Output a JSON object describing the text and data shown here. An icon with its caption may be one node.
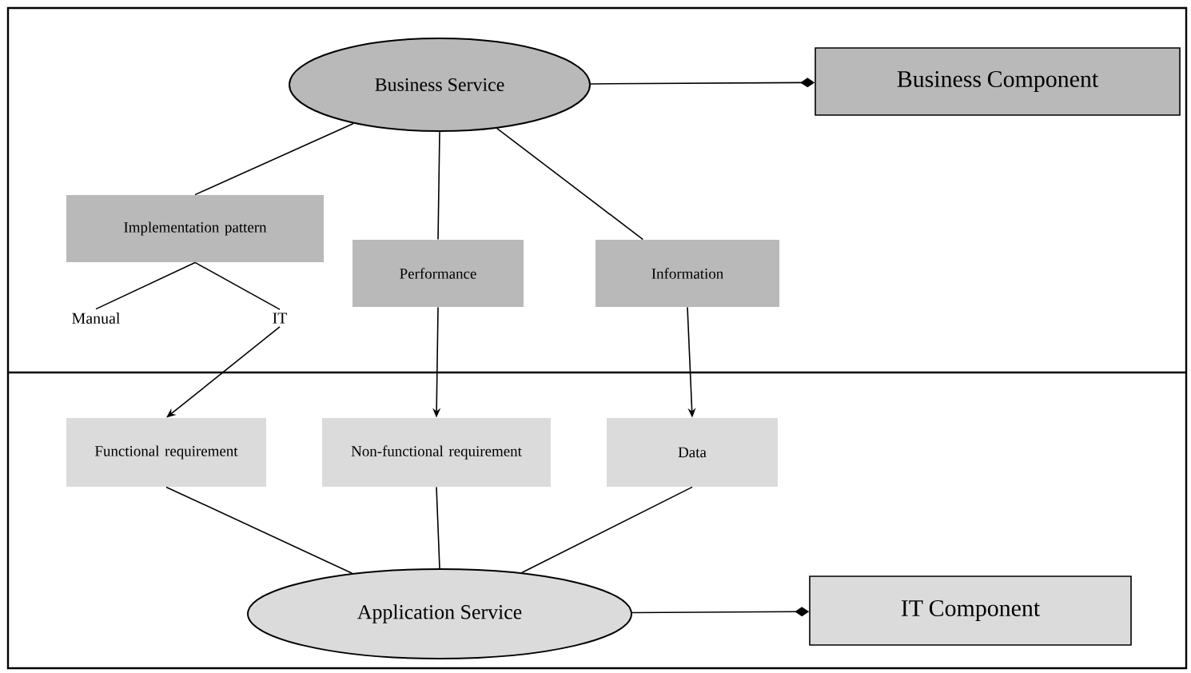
{
  "diagram": {
    "nodes": [
      {
        "text": [
          "Business Service"
        ]
      },
      {
        "text": [
          "Business Component"
        ]
      },
      {
        "text": [
          "Implementation pattern"
        ]
      },
      {
        "text": [
          "Performance"
        ]
      },
      {
        "text": [
          "Information"
        ]
      },
      {
        "text": [
          "Manual"
        ]
      },
      {
        "text": [
          "IT"
        ]
      },
      {
        "text": [
          "Functional requirement"
        ]
      },
      {
        "text": [
          "Non-functional requirement"
        ]
      },
      {
        "text": [
          "Data"
        ]
      },
      {
        "text": [
          "Application Service"
        ]
      },
      {
        "text": [
          "IT Component"
        ]
      }
    ],
    "edges": [
      {
        "from": 0,
        "to": 1,
        "arrow": "other"
      },
      {
        "from": 0,
        "to": 2,
        "arrow": "none"
      },
      {
        "from": 0,
        "to": 3,
        "arrow": "none"
      },
      {
        "from": 0,
        "to": 4,
        "arrow": "none"
      },
      {
        "from": 2,
        "to": 5,
        "arrow": "none"
      },
      {
        "from": 2,
        "to": 6,
        "arrow": "none"
      },
      {
        "from": 6,
        "to": 7,
        "arrow": "to"
      },
      {
        "from": 3,
        "to": 8,
        "arrow": "to"
      },
      {
        "from": 4,
        "to": 9,
        "arrow": "to"
      },
      {
        "from": 7,
        "to": 10,
        "arrow": "none"
      },
      {
        "from": 8,
        "to": 10,
        "arrow": "none"
      },
      {
        "from": 9,
        "to": 10,
        "arrow": "none"
      },
      {
        "from": 10,
        "to": 11,
        "arrow": "other"
      }
    ]
  }
}
